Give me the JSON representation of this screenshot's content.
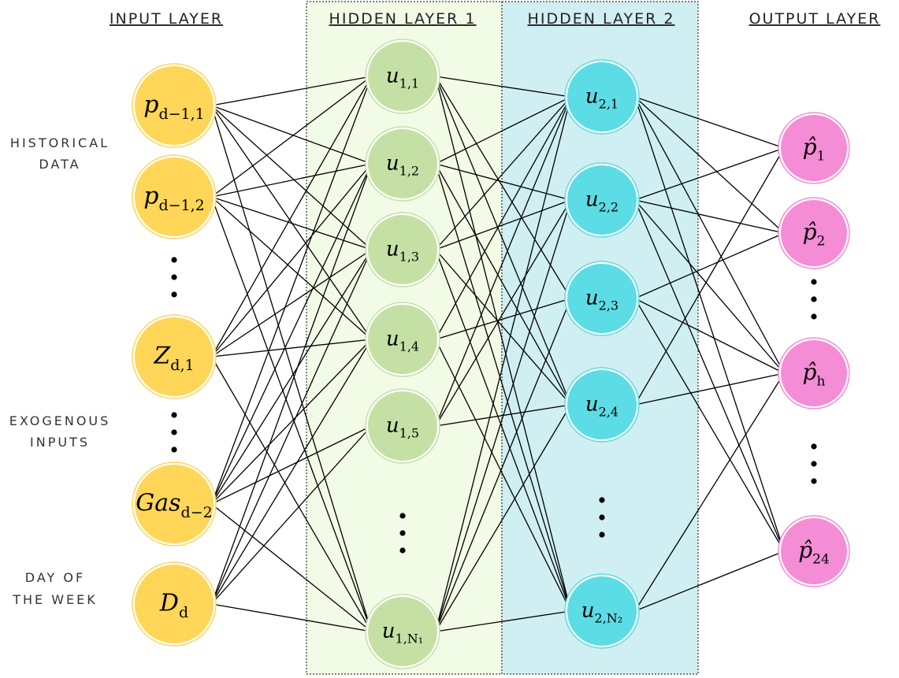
{
  "layers": {
    "input": "INPUT LAYER",
    "hidden1": "HIDDEN LAYER 1",
    "hidden2": "HIDDEN LAYER 2",
    "output": "OUTPUT LAYER"
  },
  "side_labels": {
    "historical_line1": "HISTORICAL",
    "historical_line2": "DATA",
    "exogenous_line1": "EXOGENOUS",
    "exogenous_line2": "INPUTS",
    "dow_line1": "DAY OF",
    "dow_line2": "THE WEEK"
  },
  "nodes": {
    "input": [
      {
        "base": "p",
        "sub": "d−1,1"
      },
      {
        "base": "p",
        "sub": "d−1,2"
      },
      {
        "base": "Z",
        "sub": "d,1"
      },
      {
        "base": "Gas",
        "sub": "d−2"
      },
      {
        "base": "D",
        "sub": "d"
      }
    ],
    "hidden1": [
      {
        "base": "u",
        "sub": "1,1"
      },
      {
        "base": "u",
        "sub": "1,2"
      },
      {
        "base": "u",
        "sub": "1,3"
      },
      {
        "base": "u",
        "sub": "1,4"
      },
      {
        "base": "u",
        "sub": "1,5"
      },
      {
        "base": "u",
        "sub": "1,N₁"
      }
    ],
    "hidden2": [
      {
        "base": "u",
        "sub": "2,1"
      },
      {
        "base": "u",
        "sub": "2,2"
      },
      {
        "base": "u",
        "sub": "2,3"
      },
      {
        "base": "u",
        "sub": "2,4"
      },
      {
        "base": "u",
        "sub": "2,N₂"
      }
    ],
    "output": [
      {
        "base": "p̂",
        "sub": "1"
      },
      {
        "base": "p̂",
        "sub": "2"
      },
      {
        "base": "p̂",
        "sub": "h"
      },
      {
        "base": "p̂",
        "sub": "24"
      }
    ]
  },
  "colors": {
    "input_fill": "#FFD658",
    "hidden1_fill": "#C5E0A5",
    "hidden2_fill": "#5CDCE4",
    "output_fill": "#F58CD6",
    "hidden1_box": "#F2FBE6",
    "hidden2_box": "#D0EFF3"
  }
}
